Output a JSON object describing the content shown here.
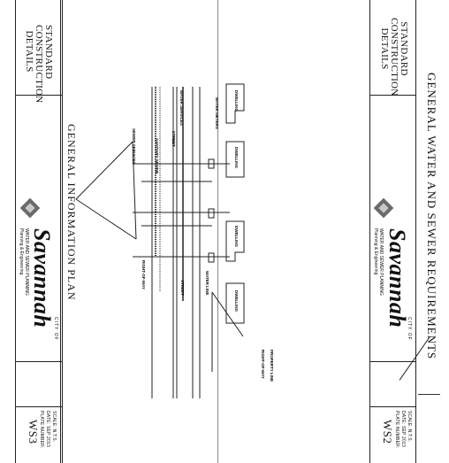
{
  "left_sheet": {
    "block_title": [
      "STANDARD",
      "CONSTRUCTION",
      "DETAILS"
    ],
    "plan_title": "GENERAL INFORMATION PLAN",
    "logo": {
      "city_of": "CITY OF",
      "name": "Savannah",
      "line1": "WATER AND SEWER PLANNING",
      "line2": "Planning & Engineering"
    },
    "meta": [
      "SCALE: N.T.S.",
      "DATE: SEP 2013",
      "PLATE NUMBER:"
    ],
    "sheet_number": "WS3",
    "diagram_labels": {
      "water_meters": "WATER METERS",
      "water_services": "WATER SERVICES",
      "sanitary_sewer": "SANITARY SEWER",
      "sewer_services": "SEWER SERVICES",
      "street": "STREET",
      "dwelling": "DWELLING",
      "right_of_way": "RIGHT-OF-WAY",
      "water_line": "WATER LINE",
      "property_line": "PROPERTY LINE"
    }
  },
  "right_sheet": {
    "block_title": [
      "STANDARD",
      "CONSTRUCTION",
      "DETAILS"
    ],
    "main_title": "GENERAL WATER AND SEWER REQUIREMENTS",
    "logo": {
      "city_of": "CITY OF",
      "name": "Savannah",
      "line1": "WATER AND SEWER PLANNING",
      "line2": "Planning & Engineering"
    },
    "meta": [
      "SCALE: N.T.S.",
      "DATE: SEP 2013",
      "PLATE NUMBER:"
    ],
    "sheet_number": "WS2"
  }
}
